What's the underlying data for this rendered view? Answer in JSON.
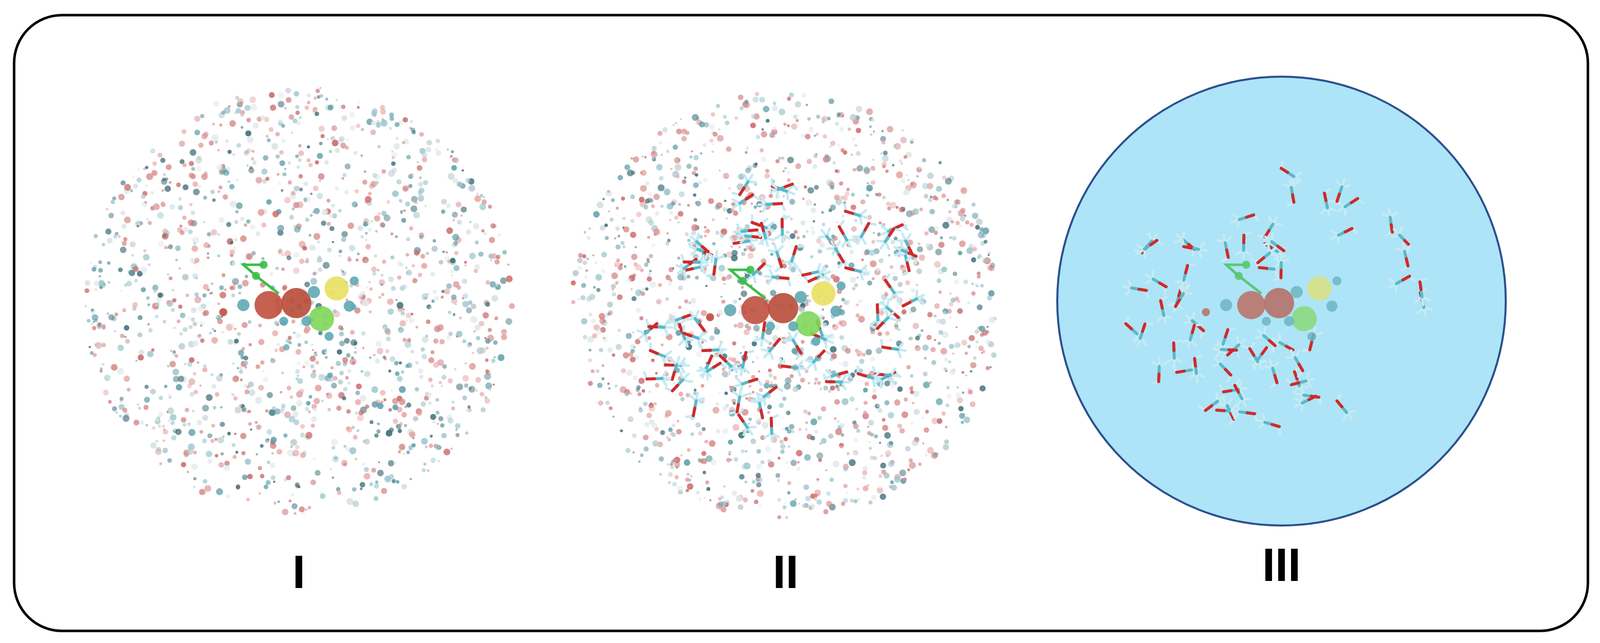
{
  "diagram": {
    "nodes": [
      {
        "text": [
          "I"
        ]
      },
      {
        "text": [
          "II"
        ]
      },
      {
        "text": [
          "III"
        ]
      }
    ]
  }
}
